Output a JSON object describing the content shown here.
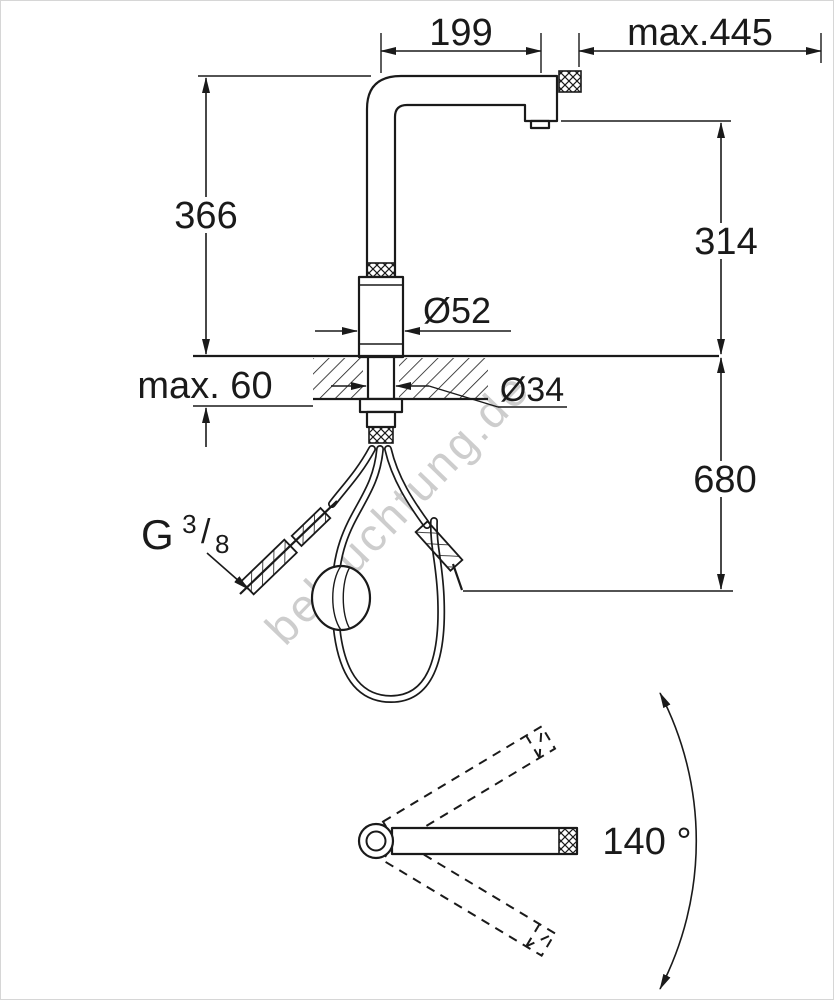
{
  "watermark": {
    "text": "beleuchtung.de"
  },
  "dimensions": {
    "spout_reach": "199",
    "hose_pullout": "max.445",
    "height_left": "366",
    "height_right": "314",
    "base_diameter": "Ø52",
    "counter_thickness": "max. 60",
    "hole_diameter": "Ø34",
    "hose_length": "680",
    "swivel_angle": "140 °"
  },
  "thread_label": {
    "prefix": "G",
    "numerator": "3",
    "slash": "/",
    "denominator": "8"
  },
  "colors": {
    "line": "#1a1a1a",
    "watermark": "#c8c8c8",
    "background": "#ffffff"
  }
}
